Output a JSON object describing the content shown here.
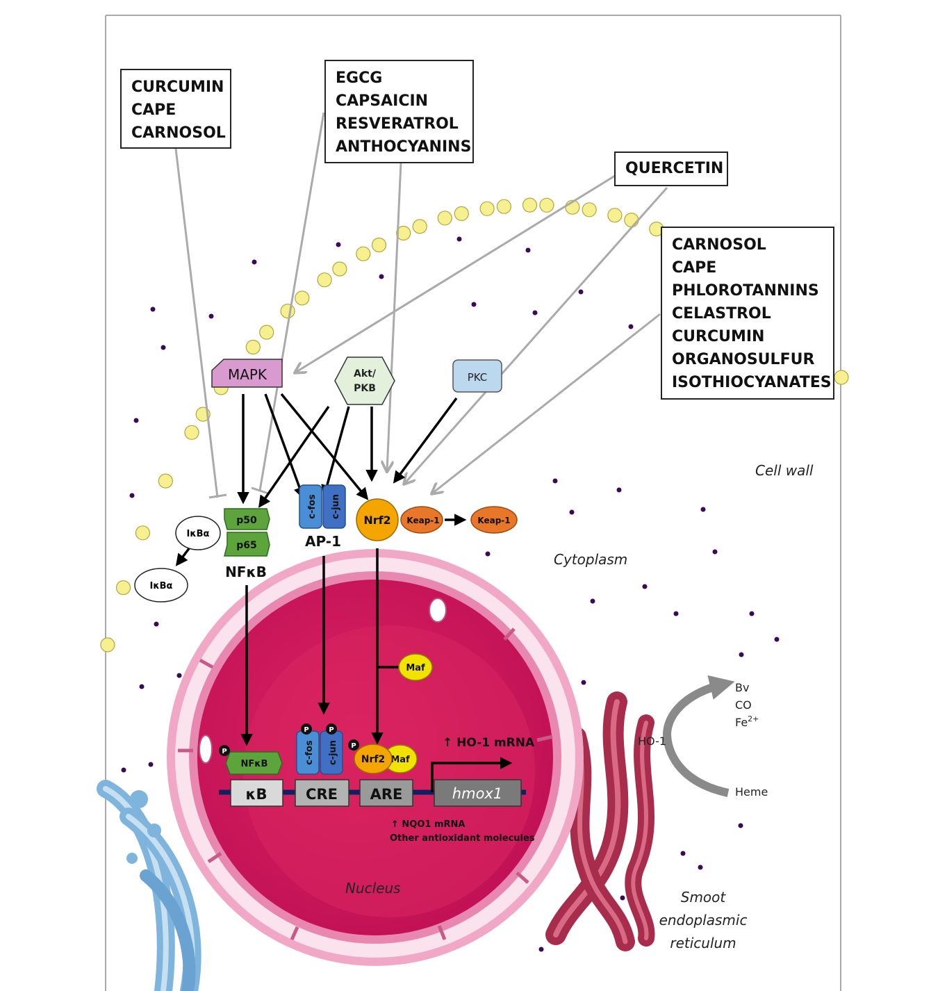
{
  "compound_groups": [
    {
      "id": "group-1",
      "items": [
        "CURCUMIN",
        "CAPE",
        "CARNOSOL"
      ]
    },
    {
      "id": "group-2",
      "items": [
        "EGCG",
        "CAPSAICIN",
        "RESVERATROL",
        "ANTHOCYANINS"
      ]
    },
    {
      "id": "group-3",
      "items": [
        "QUERCETIN"
      ]
    },
    {
      "id": "group-4",
      "items": [
        "CARNOSOL",
        "CAPE",
        "PHLOROTANNINS",
        "CELASTROL",
        "CURCUMIN",
        "ORGANOSULFUR",
        "ISOTHIOCYANATES"
      ]
    }
  ],
  "kinases": {
    "mapk": "MAPK",
    "akt_line1": "Akt/",
    "akt_line2": "PKB",
    "pkc": "PKC"
  },
  "nfkb": {
    "p50": "p50",
    "p65": "p65",
    "label": "NFκB",
    "ikba": "IκBα",
    "ikba_free": "IκBα"
  },
  "ap1": {
    "cfos": "c-fos",
    "cjun": "c-jun",
    "label": "AP-1"
  },
  "nrf2": {
    "label": "Nrf2",
    "keap1": "Keap-1",
    "keap1_free": "Keap-1"
  },
  "nucleus": {
    "maf": "Maf",
    "phospho": "P",
    "nfkb_bound": "NFκB",
    "cfos": "c-fos",
    "cjun": "c-jun",
    "nrf2": "Nrf2",
    "maf_bound": "Maf",
    "elements": {
      "kb": "κB",
      "cre": "CRE",
      "are": "ARE",
      "gene": "hmox1"
    },
    "ho1_mrna": "↑ HO-1 mRNA",
    "nqo1_line1": "↑ NQO1 mRNA",
    "nqo1_line2": "Other antioxidant molecules"
  },
  "reaction": {
    "enzyme": "HO-1",
    "products": [
      "Bv",
      "CO",
      "Fe"
    ],
    "fe_superscript": "2+",
    "substrate": "Heme"
  },
  "regions": {
    "cell_wall": "Cell wall",
    "cytoplasm": "Cytoplasm",
    "nucleus": "Nucleus",
    "ser_line1": "Smoot",
    "ser_line2": "endoplasmic",
    "ser_line3": "reticulum"
  },
  "colors": {
    "nucleus": "#c8145a",
    "nucleus_inner": "#d8205e",
    "envelope": "#f4c6d8",
    "mapk": "#d99ad0",
    "akt": "#e3f1dc",
    "pkc": "#bcd8ee",
    "nfkb": "#5ea43d",
    "cfos": "#4a8fd6",
    "cjun": "#3f70c4",
    "nrf2": "#f4a500",
    "keap1": "#e8772a",
    "maf": "#f2e200",
    "membrane_bead": "#f6f090",
    "golgi": "#7fb4dd",
    "er": "#a82c4c",
    "dots": "#3a0a55"
  }
}
